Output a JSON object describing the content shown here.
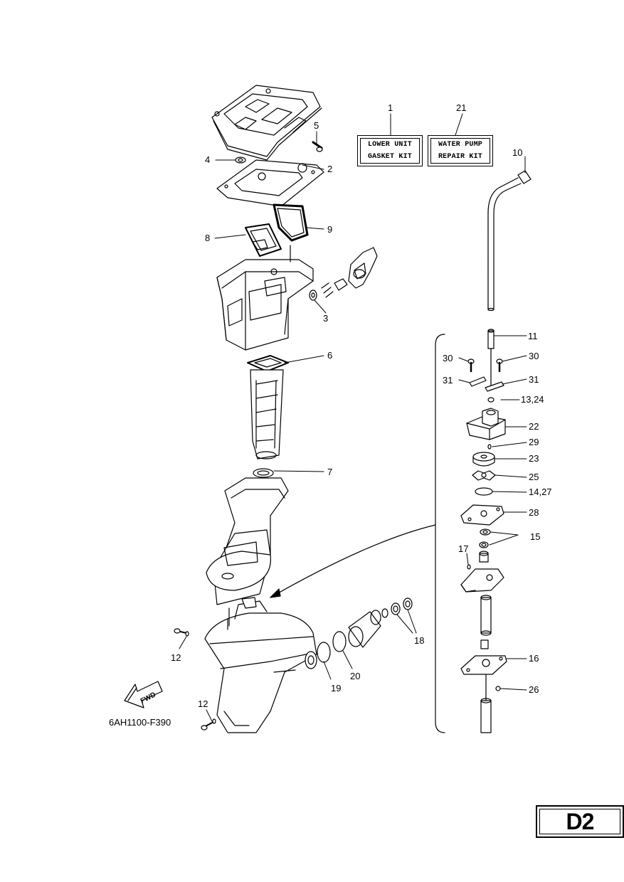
{
  "kits": [
    {
      "number": "1",
      "line1": "LOWER UNIT",
      "line2": "GASKET KIT"
    },
    {
      "number": "21",
      "line1": "WATER PUMP",
      "line2": "REPAIR KIT"
    }
  ],
  "callouts": [
    "1",
    "2",
    "3",
    "4",
    "5",
    "6",
    "7",
    "8",
    "9",
    "10",
    "11",
    "12",
    "12",
    "13,24",
    "14,27",
    "15",
    "16",
    "17",
    "18",
    "19",
    "20",
    "21",
    "22",
    "23",
    "25",
    "26",
    "28",
    "29",
    "30",
    "30",
    "31",
    "31"
  ],
  "labels": {
    "c1": "1",
    "c2": "2",
    "c3": "3",
    "c4": "4",
    "c5": "5",
    "c6": "6",
    "c7": "7",
    "c8": "8",
    "c9": "9",
    "c10": "10",
    "c11": "11",
    "c12a": "12",
    "c12b": "12",
    "c13": "13,24",
    "c14": "14,27",
    "c15": "15",
    "c16": "16",
    "c17": "17",
    "c18": "18",
    "c19": "19",
    "c20": "20",
    "c21": "21",
    "c22": "22",
    "c23": "23",
    "c25": "25",
    "c26": "26",
    "c28": "28",
    "c29": "29",
    "c30a": "30",
    "c30b": "30",
    "c31a": "31",
    "c31b": "31"
  },
  "fwd_arrow": "FWD",
  "diagram_code": "6AH1100-F390",
  "page_code": "D2"
}
